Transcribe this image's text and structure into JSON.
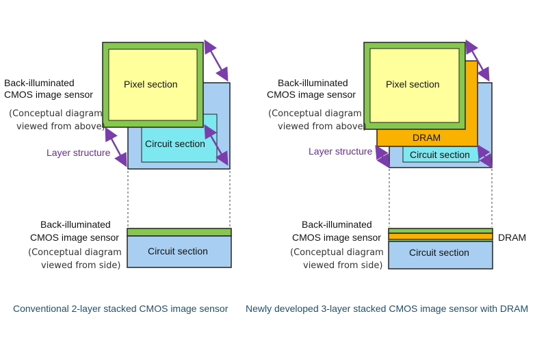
{
  "colors": {
    "pixel_fill": "#ffff9c",
    "pixel_border": "#86c750",
    "substrate_fill": "#a8cff2",
    "circuit_fill": "#7de8f0",
    "dram_fill": "#f9b200",
    "arrow": "#7a3dab",
    "caption": "#1f4f6f"
  },
  "left": {
    "top_label": [
      "Back-illuminated",
      "CMOS image sensor"
    ],
    "top_sub": [
      "(Conceptual diagram",
      "viewed from above)"
    ],
    "pixel_label": "Pixel section",
    "circuit_label": "Circuit section",
    "layer_label": "Layer structure",
    "side_label": [
      "Back-illuminated",
      "CMOS image sensor"
    ],
    "side_sub": [
      "(Conceptual diagram",
      "viewed from side)"
    ],
    "side_circuit_label": "Circuit section",
    "caption": "Conventional 2-layer stacked CMOS image sensor"
  },
  "right": {
    "top_label": [
      "Back-illuminated",
      "CMOS image sensor"
    ],
    "top_sub": [
      "(Conceptual diagram",
      "viewed from above)"
    ],
    "pixel_label": "Pixel section",
    "dram_label": "DRAM",
    "circuit_label": "Circuit section",
    "layer_label": "Layer structure",
    "side_label": [
      "Back-illuminated",
      "CMOS image sensor"
    ],
    "side_sub": [
      "(Conceptual diagram",
      "viewed from side)"
    ],
    "side_circuit_label": "Circuit section",
    "side_dram_label": "DRAM",
    "caption": "Newly developed 3-layer stacked CMOS image sensor with DRAM"
  }
}
